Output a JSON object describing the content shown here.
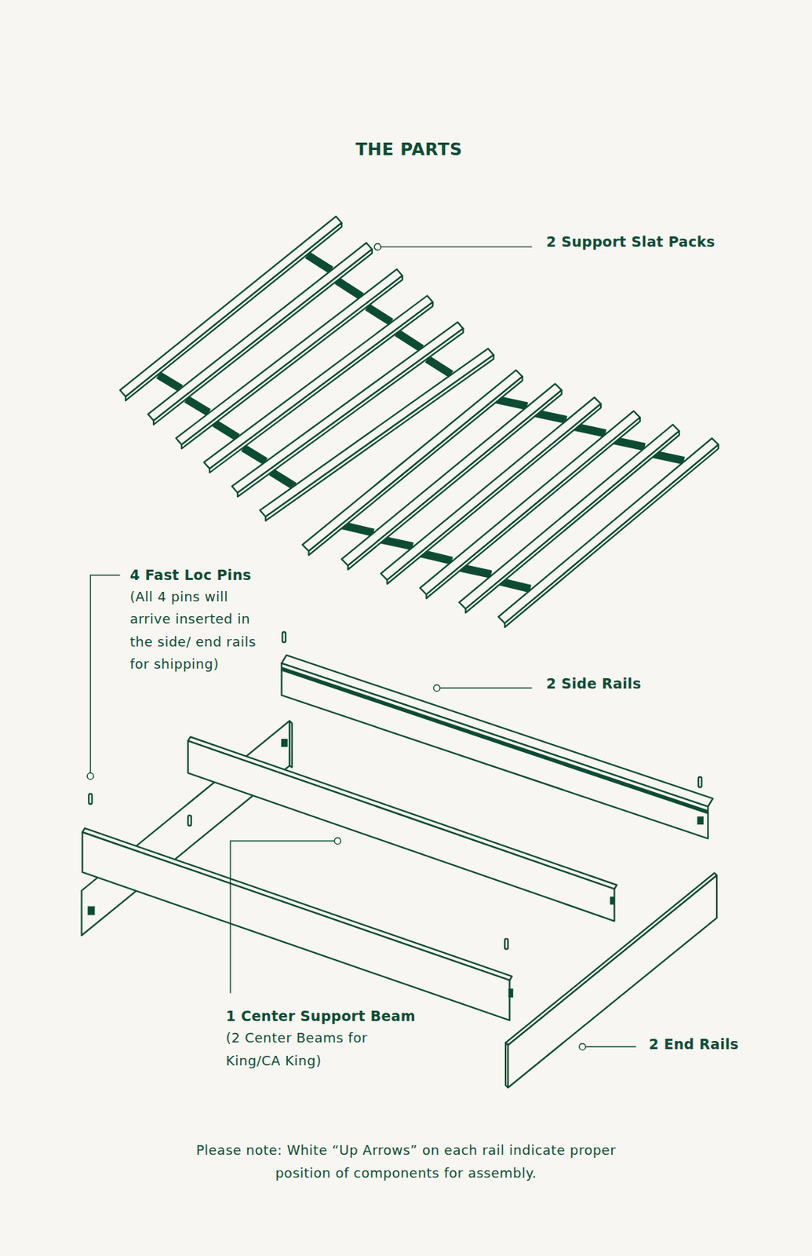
{
  "diagram": {
    "title": "THE PARTS",
    "caption": "Please note: White “Up Arrows” on each rail indicate proper position of components for assembly.",
    "labels": [
      "2 Support Slat Packs",
      "4 Fast Loc Pins",
      "(All 4 pins will arrive inserted in the side/ end rails for shipping)",
      "2 Side Rails",
      "1 Center Support Beam",
      "(2 Center Beams for King/CA King)",
      "2 End Rails"
    ]
  }
}
